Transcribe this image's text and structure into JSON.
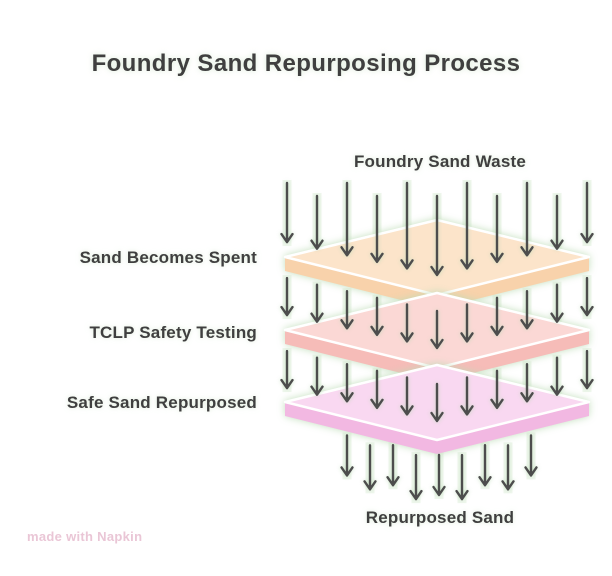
{
  "title": "Foundry Sand Repurposing Process",
  "flow": {
    "input_label": "Foundry Sand Waste",
    "output_label": "Repurposed Sand"
  },
  "stages": [
    {
      "label": "Sand Becomes Spent",
      "top_color": "#fce4ca",
      "side_color": "#f8d2ab"
    },
    {
      "label": "TCLP Safety Testing",
      "top_color": "#fbd8d5",
      "side_color": "#f6bcb8"
    },
    {
      "label": "Safe Sand Repurposed",
      "top_color": "#f9d8f1",
      "side_color": "#f2b8e2"
    }
  ],
  "arrows": {
    "color": "#4d4d4d",
    "halo_color": "#ddeed8"
  },
  "watermark": "made with Napkin",
  "colors": {
    "background": "#ffffff",
    "text": "#3f3f3f",
    "edge_highlight": "#ffffff",
    "mint_fringe": "#cfe5cb"
  }
}
